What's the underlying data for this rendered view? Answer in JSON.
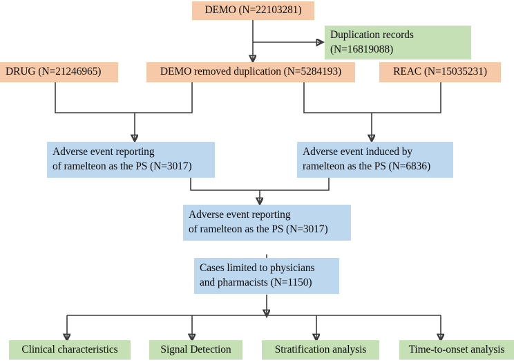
{
  "diagram": {
    "title": "FAERS ramelteon study flow diagram",
    "colors": {
      "orange": "#f6c9a8",
      "blue": "#bdd7ee",
      "green": "#c5e0b4",
      "connector": "#3c3c3c",
      "text": "#0d0d0d"
    },
    "nodes": {
      "demo": {
        "line1": "DEMO (N=22103281)"
      },
      "duplication": {
        "line1": "Duplication records",
        "line2": "(N=16819088)"
      },
      "drug": {
        "line1": "DRUG (N=21246965)"
      },
      "demo_removed": {
        "line1": "DEMO removed duplication (N=5284193)"
      },
      "reac": {
        "line1": "REAC (N=15035231)"
      },
      "ae_reporting_left": {
        "line1": "Adverse event reporting",
        "line2": "of ramelteon as the PS (N=3017)"
      },
      "ae_induced_right": {
        "line1": "Adverse event induced by",
        "line2": "ramelteon as the PS (N=6836)"
      },
      "ae_reporting_merged": {
        "line1": "Adverse event reporting",
        "line2": "of ramelteon as the PS (N=3017)"
      },
      "cases_limited": {
        "line1": "Cases limited to physicians",
        "line2": "and pharmacists (N=1150)"
      },
      "clinical_characteristics": {
        "line1": "Clinical characteristics"
      },
      "signal_detection": {
        "line1": "Signal Detection"
      },
      "stratification_analysis": {
        "line1": "Stratification analysis"
      },
      "time_to_onset_analysis": {
        "line1": "Time-to-onset analysis"
      }
    }
  }
}
